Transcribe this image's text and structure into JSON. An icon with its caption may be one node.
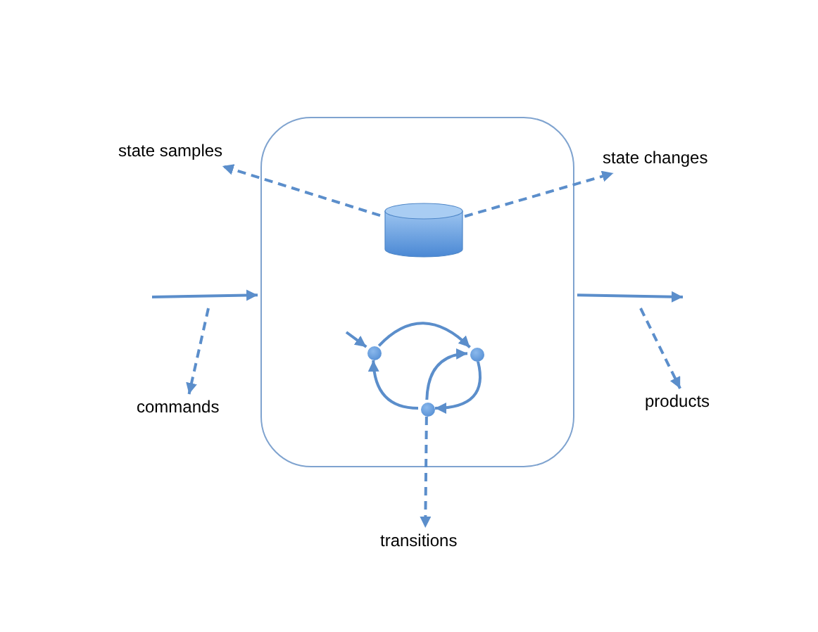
{
  "diagram": {
    "nodes": [
      {
        "text": [],
        "shape": "box"
      },
      {
        "text": [],
        "shape": "cylinder",
        "in": 0
      },
      {
        "text": [],
        "shape": "circle",
        "in": 0
      },
      {
        "text": [],
        "shape": "circle",
        "in": 0
      },
      {
        "text": [],
        "shape": "circle",
        "in": 0
      },
      {
        "text": [
          "state samples"
        ]
      },
      {
        "text": [
          "state changes"
        ]
      },
      {
        "text": [
          "commands"
        ]
      },
      {
        "text": [
          "products"
        ]
      },
      {
        "text": [
          "transitions"
        ]
      }
    ],
    "edges": [
      {
        "from": null,
        "to": 0,
        "arrow": "to"
      },
      {
        "from": 0,
        "to": null,
        "arrow": "to"
      },
      {
        "from": 1,
        "to": 5,
        "arrow": "to",
        "style": "dashed"
      },
      {
        "from": 1,
        "to": 6,
        "arrow": "to",
        "style": "dashed"
      },
      {
        "from": null,
        "to": 7,
        "arrow": "to",
        "style": "dashed"
      },
      {
        "from": null,
        "to": 8,
        "arrow": "to",
        "style": "dashed"
      },
      {
        "from": 4,
        "to": 9,
        "arrow": "to",
        "style": "dashed"
      },
      {
        "from": null,
        "to": 2,
        "arrow": "to"
      },
      {
        "from": 2,
        "to": 3,
        "arrow": "to"
      },
      {
        "from": 3,
        "to": 4,
        "arrow": "to"
      },
      {
        "from": 4,
        "to": 2,
        "arrow": "to"
      },
      {
        "from": 4,
        "to": 3,
        "arrow": "to"
      }
    ]
  }
}
